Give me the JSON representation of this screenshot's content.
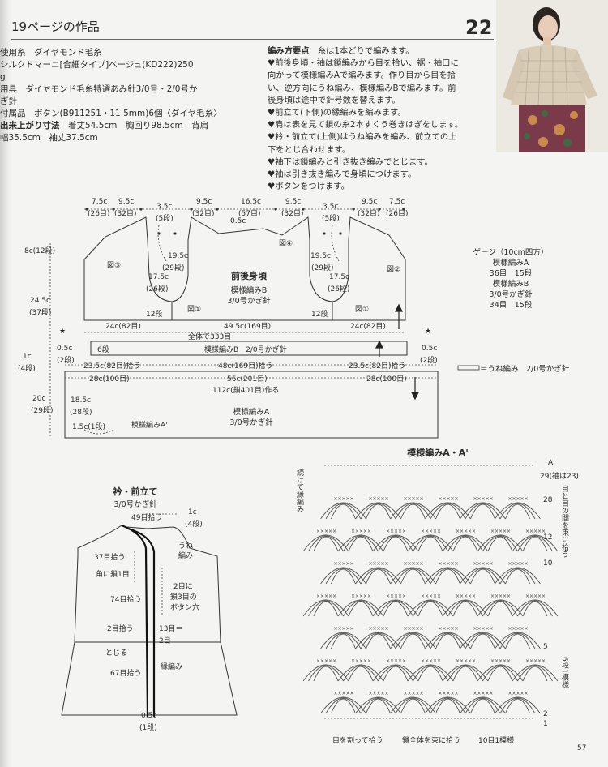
{
  "page": {
    "header": "19ページの作品",
    "number": "22",
    "folio": "57"
  },
  "materials": {
    "yarn_label": "使用糸　ダイヤモンド毛糸",
    "yarn_name": "シルクドマーニ[合細タイプ]ベージュ(KD222)250",
    "yarn_unit": "g",
    "tools": "用具　ダイヤモンド毛糸特選あみ針3/0号・2/0号か",
    "tools_2": "ぎ針",
    "extras": "付属品　ボタン(B911251・11.5mm)6個〈ダイヤ毛糸〉",
    "finish_label": "出来上がり寸法",
    "finish_1": "着丈54.5cm　胸回り98.5cm　背肩",
    "finish_2": "幅35.5cm　袖丈37.5cm"
  },
  "instructions": {
    "heading": "編み方要点",
    "lines": [
      "糸は1本どりで編みます。",
      "♥前後身頃・袖は鎖編みから目を拾い、裾・袖口に",
      "向かって模様編みAで編みます。作り目から目を拾",
      "い、逆方向にうね編み、模様編みBで編みます。前",
      "後身頃は途中で針号数を替えます。",
      "♥前立て(下側)の縁編みを編みます。",
      "♥肩は表を見て鎖の糸2本すくう巻きはぎをします。",
      "♥衿・前立て(上側)はうね編みを編み、前立ての上",
      "下をとじ合わせます。",
      "♥袖下は鎖編みと引き抜き編みでとじます。",
      "♥袖は引き抜き編みで身頃につけます。",
      "♥ボタンをつけます。"
    ]
  },
  "body_diagram": {
    "title": "前後身頃",
    "pattern_b": "模様編みB",
    "needle_30": "3/0号かぎ針",
    "pattern_a_prime": "模様編みA'",
    "pattern_a_label": "模様編みA",
    "top_dims": [
      "7.5c",
      "9.5c",
      "3.5c",
      "9.5c",
      "16.5c",
      "9.5c",
      "3.5c",
      "9.5c",
      "7.5c"
    ],
    "top_rows": [
      "(26目)",
      "(32目)",
      "(5段)",
      "(32目)",
      "(57目)",
      "(32目)",
      "(5段)",
      "(32目)",
      "(26目)"
    ],
    "neck": "0.5c",
    "armhole_1": "19.5c",
    "armhole_1r": "(29段)",
    "armhole_2": "17.5c",
    "armhole_2r": "(26段)",
    "twelve_rows": "12段",
    "h_shoulder": "8c(12段)",
    "h_body": "24.5c",
    "h_body_r": "(37段)",
    "h_band": "1c",
    "h_band_r": "(4段)",
    "h_skirt": "20c",
    "h_skirt_r": "(29段)",
    "w_side": "24c(82目)",
    "w_back": "49.5c(169目)",
    "total_333": "全体で333目",
    "six_rows": "6段",
    "band_pattern": "模様編みB　2/0号かぎ針",
    "half_cm": "0.5c",
    "two_rows": "(2段)",
    "pick_side": "23.5c(82目)拾う",
    "pick_back": "48c(169目)拾う",
    "skirt_side": "28c(100目)",
    "skirt_back": "56c(201目)",
    "chain_start": "112c(鎖401目)作る",
    "skirt_left": "18.5c",
    "skirt_left_r": "(28段)",
    "skirt_small": "1.5c(1段)",
    "fig1": "図①",
    "fig2": "図②",
    "fig3": "図③",
    "fig4": "図④",
    "star": "★"
  },
  "gauge": {
    "title": "ゲージ（10cm四方）",
    "a_label": "模様編みA",
    "a_value": "36目　15段",
    "b_label": "模様編みB",
    "b_needle": "3/0号かぎ針",
    "b_value": "34目　15段"
  },
  "legend": {
    "unune": "＝うね編み　2/0号かぎ針"
  },
  "collar_diagram": {
    "title": "衿・前立て",
    "needle": "3/0号かぎ針",
    "pick_49": "49目拾う",
    "c1": "1c",
    "c1_r": "(4段)",
    "une_1": "うね",
    "une_2": "編み",
    "pick_37": "37目拾う",
    "corner": "角に鎖1目",
    "btn_1": "2目に",
    "btn_2": "鎖3目の",
    "btn_3": "ボタン穴",
    "pick_74": "74目拾う",
    "pick_2": "2目拾う",
    "eq_13": "13目＝",
    "two_st": "2目",
    "close": "とじる",
    "pick_67": "67目拾う",
    "edge": "縁編み",
    "bottom": "0.5c",
    "bottom_r": "(1段)"
  },
  "stitch_chart": {
    "title": "模様編みA・A'",
    "a_prime": "A'",
    "r29": "29(袖は23)",
    "r28": "28",
    "r12": "12",
    "r10": "10",
    "r5": "5",
    "r2": "2",
    "r1": "1",
    "note_v": "目と目の間を束に拾う",
    "repeat_v": "6段1模様",
    "continue_v": "続けて縁編み",
    "pick_split": "目を割って拾う",
    "pick_bundle": "鎖全体を束に拾う",
    "repeat_h": "10目1模様"
  },
  "colors": {
    "paper": "#f4f4f2",
    "ink": "#2a2a2a",
    "arrow_red_accent": "#3a3a3a"
  }
}
